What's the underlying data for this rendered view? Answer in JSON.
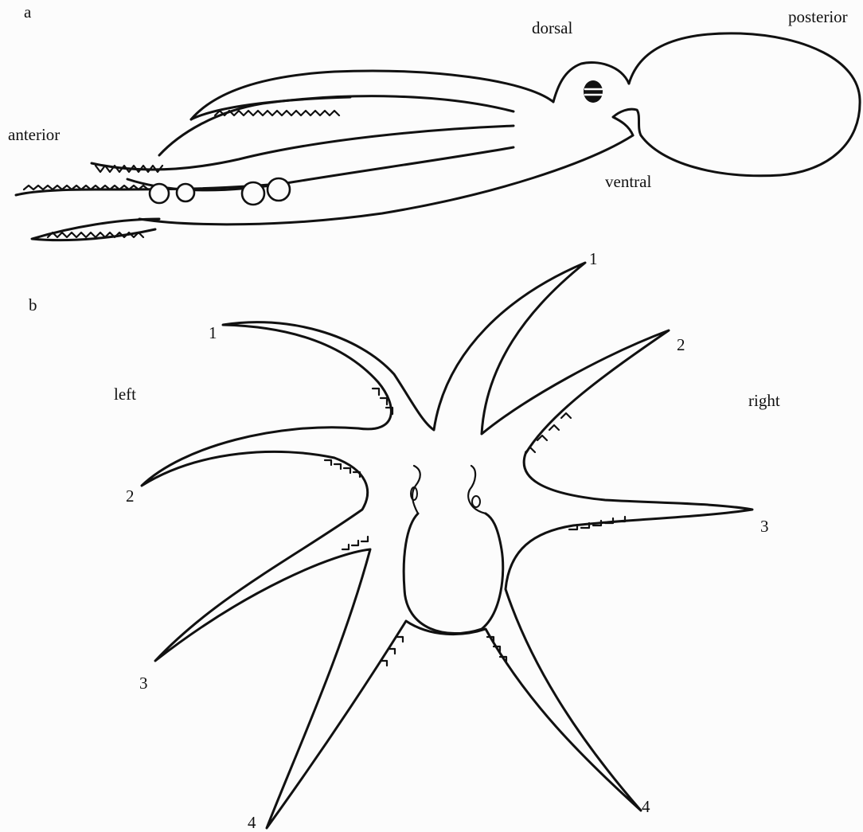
{
  "panel_a": {
    "panel_label": "a",
    "orientation": {
      "dorsal": "dorsal",
      "posterior": "posterior",
      "anterior": "anterior",
      "ventral": "ventral"
    }
  },
  "panel_b": {
    "panel_label": "b",
    "sides": {
      "left": "left",
      "right": "right"
    },
    "arm_numbers": {
      "left_1": "1",
      "left_2": "2",
      "left_3": "3",
      "left_4": "4",
      "right_1": "1",
      "right_2": "2",
      "right_3": "3",
      "right_4": "4"
    }
  }
}
